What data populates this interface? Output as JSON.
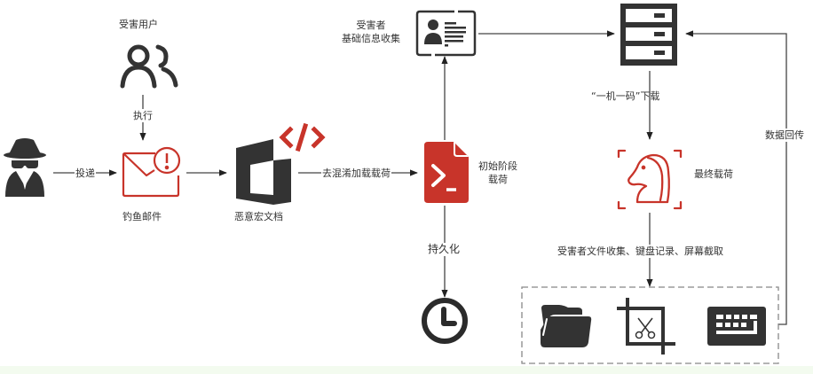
{
  "colors": {
    "accent_red": "#c8342a",
    "icon_dark": "#333333",
    "line": "#444444",
    "dashed": "#888888",
    "footer": "#f3fbef"
  },
  "nodes": {
    "victim_user": {
      "label": "受害用户",
      "icon": "users-icon"
    },
    "attacker": {
      "icon": "spy-icon"
    },
    "phishing_email": {
      "label": "钓鱼邮件",
      "icon": "mail-alert-icon"
    },
    "macro_doc": {
      "label": "恶意宏文档",
      "icon": "office-code-icon"
    },
    "initial_payload": {
      "label_line1": "初始阶段",
      "label_line2": "载荷",
      "icon": "terminal-file-icon"
    },
    "victim_info": {
      "label_line1": "受害者",
      "label_line2": "基础信息收集",
      "icon": "id-card-icon"
    },
    "c2_server": {
      "icon": "server-icon"
    },
    "final_payload": {
      "label": "最终载荷",
      "icon": "trojan-horse-icon"
    },
    "persistence": {
      "icon": "clock-icon"
    },
    "collection_group": {
      "items": [
        {
          "icon": "folder-icon"
        },
        {
          "icon": "screenshot-crop-icon"
        },
        {
          "icon": "keyboard-icon"
        }
      ]
    }
  },
  "edges": {
    "execute": "执行",
    "deliver": "投递",
    "deobfuscate_load": "去混淆加载载荷",
    "persistence": "持久化",
    "one_machine_one_code_download": "“一机一码”下载",
    "collect_activities": "受害者文件收集、键盘记录、屏幕截取",
    "data_return": "数据回传"
  }
}
